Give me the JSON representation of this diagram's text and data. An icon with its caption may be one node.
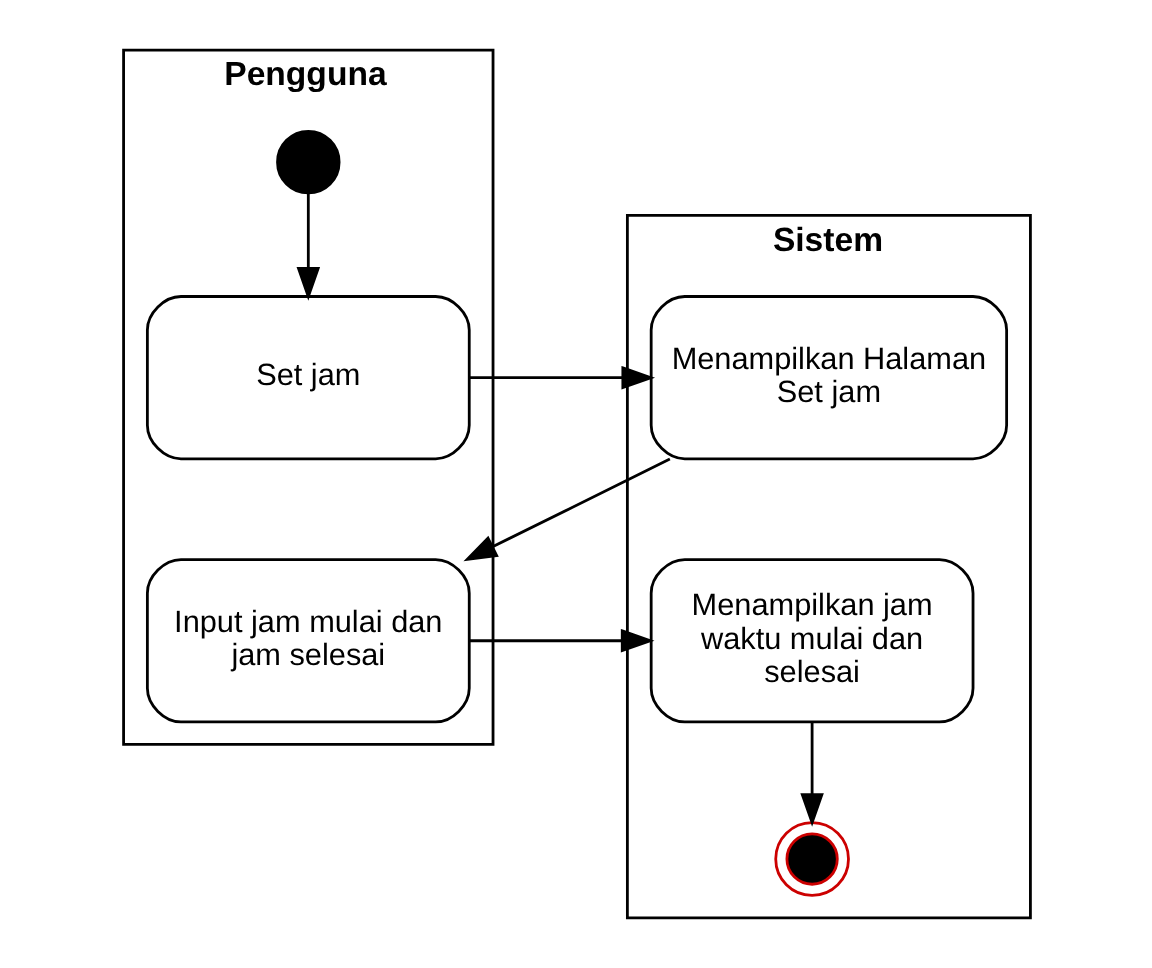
{
  "diagram": {
    "nodes": [
      {
        "text": [
          "Pengguna"
        ]
      },
      {
        "text": [
          "Sistem"
        ]
      },
      {
        "text": [],
        "shape": "circle",
        "in": 0
      },
      {
        "text": [
          "Set jam"
        ],
        "in": 0
      },
      {
        "text": [
          "Menampilkan Halaman Set jam"
        ],
        "in": 1
      },
      {
        "text": [
          "Input jam mulai dan jam selesai"
        ],
        "in": 0
      },
      {
        "text": [
          "Menampilkan jam waktu mulai dan selesai"
        ],
        "in": 1
      },
      {
        "text": [],
        "shape": "circle",
        "in": 1
      }
    ],
    "edges": [
      {
        "from": 2,
        "to": 3,
        "arrow": "to"
      },
      {
        "from": 3,
        "to": 4,
        "arrow": "to"
      },
      {
        "from": 4,
        "to": 5,
        "arrow": "to"
      },
      {
        "from": 5,
        "to": 6,
        "arrow": "to"
      },
      {
        "from": 6,
        "to": 7,
        "arrow": "to"
      }
    ]
  }
}
